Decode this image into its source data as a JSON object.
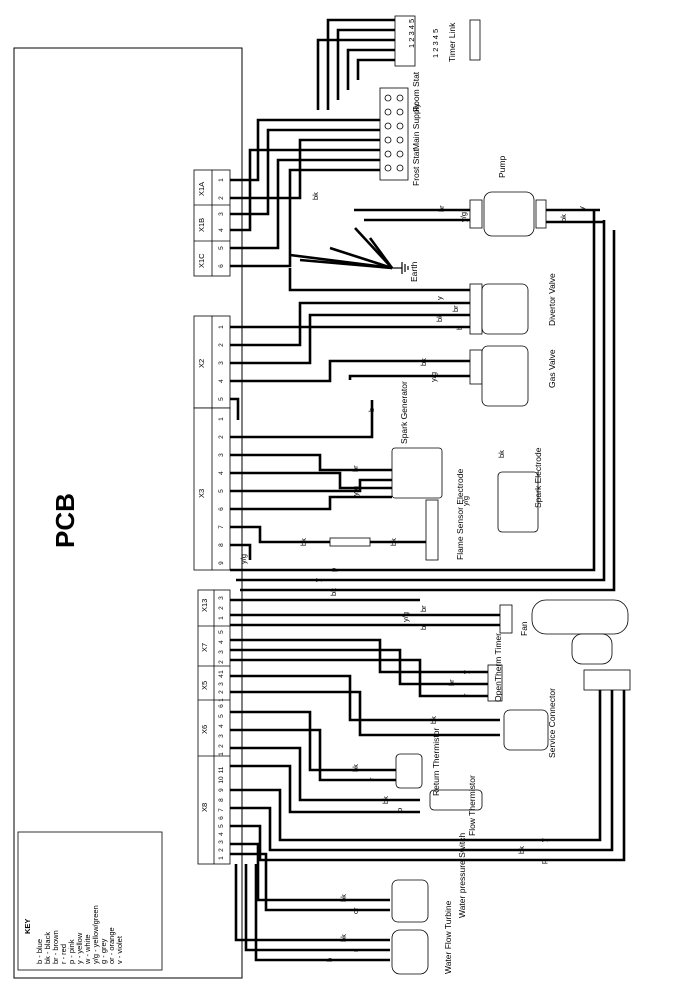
{
  "pcb_label": "PCB",
  "connectors": [
    {
      "name": "X1A",
      "pins": [
        "1",
        "2"
      ]
    },
    {
      "name": "X1B",
      "pins": [
        "3",
        "4"
      ]
    },
    {
      "name": "X1C",
      "pins": [
        "5",
        "6"
      ]
    },
    {
      "name": "X2",
      "pins": [
        "1",
        "2",
        "3",
        "4",
        "5"
      ]
    },
    {
      "name": "X3",
      "pins": [
        "1",
        "2",
        "3",
        "4",
        "5",
        "6",
        "7",
        "8",
        "9"
      ]
    },
    {
      "name": "X13",
      "pins": [
        "3",
        "2",
        "1"
      ]
    },
    {
      "name": "X7",
      "pins": [
        "5",
        "4",
        "3",
        "2",
        "1"
      ]
    },
    {
      "name": "X5",
      "pins": [
        "4",
        "3",
        "2",
        "1"
      ]
    },
    {
      "name": "X6",
      "pins": [
        "6",
        "5",
        "4",
        "3",
        "2",
        "1"
      ]
    },
    {
      "name": "X8",
      "pins": [
        "11",
        "10",
        "9",
        "8",
        "7",
        "6",
        "5",
        "4",
        "3",
        "2",
        "1"
      ]
    }
  ],
  "components": {
    "timer_link": "Timer Link",
    "timer_pins": "1 2 3 4 5",
    "room_stat": "Room Stat",
    "main_supply": "Main Supply",
    "frost_stat": "Frost Stat",
    "pump": "Pump",
    "earth": "Earth",
    "divertor_valve": "Divertor Valve",
    "gas_valve": "Gas Valve",
    "spark_generator": "Spark Generator",
    "spark_electrode": "Spark Electrode",
    "flame_sensor": "Flame Sensor Electrode",
    "fan": "Fan",
    "opentherm": "OpenTherm Timer",
    "service_connector": "Service Connector",
    "return_thermistor": "Return Thermistor",
    "flow_thermistor": "Flow Thermistor",
    "water_pressure_switch": "Water pressure Switch",
    "water_flow_turbine": "Water Flow Turbine"
  },
  "wire_labels": {
    "br": "br",
    "bk": "bk",
    "b": "b",
    "yg": "y/g",
    "y": "y",
    "p": "p",
    "r": "r",
    "or": "or",
    "g": "g"
  },
  "key": {
    "title": "KEY",
    "items": [
      "b - blue",
      "bk - black",
      "br - brown",
      "r - red",
      "p - pink",
      "y - yellow",
      "w - white",
      "y/g - yellow/green",
      "g - grey",
      "or - orange",
      "v - violet"
    ]
  }
}
